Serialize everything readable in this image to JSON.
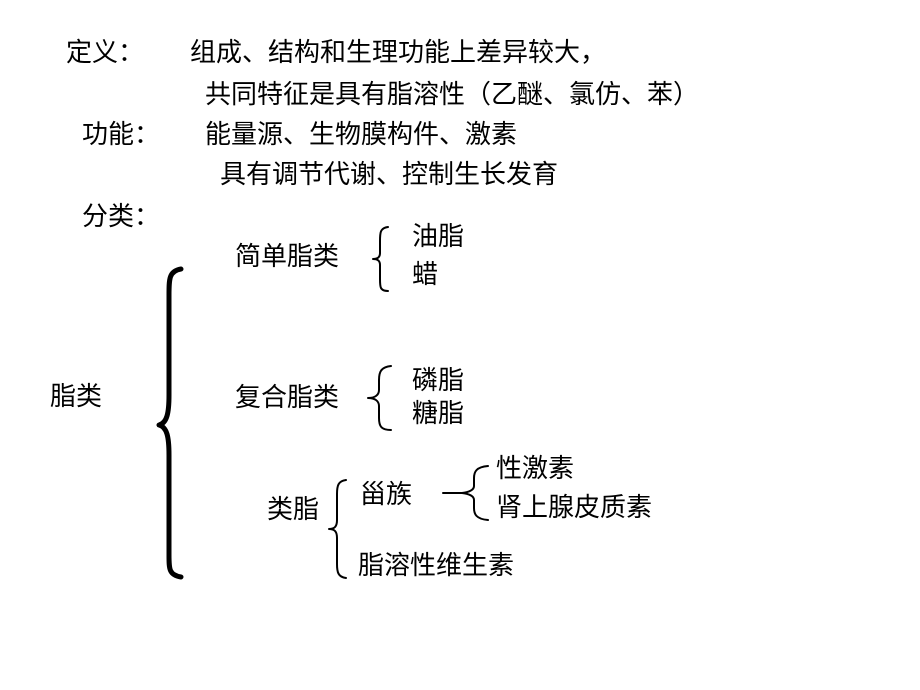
{
  "definition": {
    "label": "定义：",
    "line1": "组成、结构和生理功能上差异较大，",
    "line2": "共同特征是具有脂溶性（乙醚、氯仿、苯）"
  },
  "function": {
    "label": "功能：",
    "line1": "能量源、生物膜构件、激素",
    "line2": "具有调节代谢、控制生长发育"
  },
  "classification": {
    "label": "分类：",
    "root": "脂类",
    "simple_lipids": {
      "label": "简单脂类",
      "items": [
        "油脂",
        "蜡"
      ]
    },
    "compound_lipids": {
      "label": "复合脂类",
      "items": [
        "磷脂",
        "糖脂"
      ]
    },
    "lipoids": {
      "label": "类脂",
      "steroids": {
        "label": "甾族",
        "items": [
          "性激素",
          "肾上腺皮质素"
        ]
      },
      "fat_soluble_vitamins": "脂溶性维生素"
    }
  }
}
